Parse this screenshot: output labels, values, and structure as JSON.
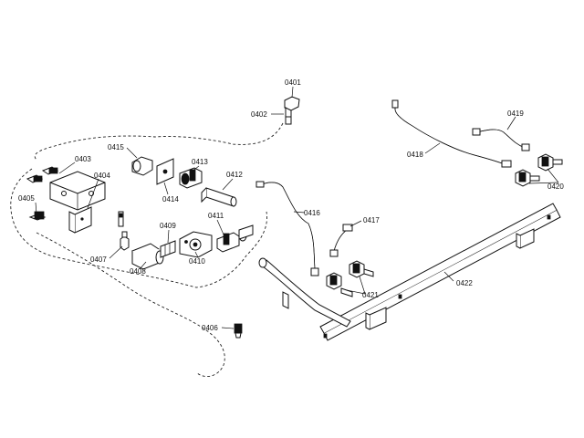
{
  "diagram": {
    "labels": {
      "p0401": "0401",
      "p0402": "0402",
      "p0403": "0403",
      "p0404": "0404",
      "p0405": "0405",
      "p0406": "0406",
      "p0407": "0407",
      "p0408": "0408",
      "p0409": "0409",
      "p0410": "0410",
      "p0411": "0411",
      "p0412": "0412",
      "p0413": "0413",
      "p0414": "0414",
      "p0415": "0415",
      "p0416": "0416",
      "p0417": "0417",
      "p0418": "0418",
      "p0419": "0419",
      "p0420": "0420",
      "p0421": "0421",
      "p0422": "0422"
    }
  }
}
